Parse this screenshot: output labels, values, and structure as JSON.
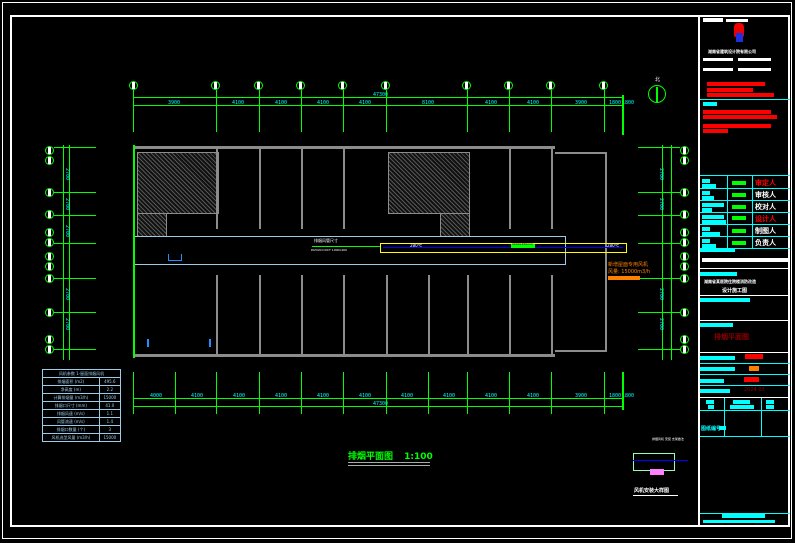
{
  "drawing": {
    "title": "排烟平面图",
    "scale": "1:100",
    "title_color": "#00ff00"
  },
  "dimensions": {
    "top_total": "47300",
    "top_segments": [
      "3900",
      "4100",
      "4100",
      "4100",
      "4100",
      "8100",
      "4100",
      "4100",
      "3900",
      "1800",
      "1800"
    ],
    "bottom_total": "47300",
    "bottom_segments": [
      "4000",
      "4100",
      "4100",
      "4100",
      "4100",
      "4100",
      "4100",
      "4100",
      "4100",
      "4100",
      "3900",
      "1800",
      "1800"
    ],
    "left_segments": [
      "2700",
      "2700",
      "2700",
      "2400",
      "2700",
      "2700",
      "2700",
      "2700"
    ],
    "right_segments": [
      "2700",
      "2700",
      "2700",
      "2400",
      "2700",
      "2700",
      "2700",
      "2700"
    ]
  },
  "duct": {
    "label_left": "排烟风管尺寸",
    "label_left_2": "PAIYAN DUCT 1000x400",
    "size_label": "2000x250mm",
    "temp_tag_left": "280℃",
    "temp_tag_right": "280℃",
    "accent": "#ffff00",
    "line_color": "#0000ff"
  },
  "fan_note": {
    "line1": "新增屋面专用风机",
    "line2": "风量: 15000m3/h",
    "color": "#ff8000"
  },
  "spec_table": {
    "title": "风机参数 1-屋面排烟风机",
    "rows": [
      {
        "label": "排烟面积 (m2)",
        "value": "495.6"
      },
      {
        "label": "净高度 (m)",
        "value": "2.2"
      },
      {
        "label": "计算排烟量 (m3/h)",
        "value": "15000"
      },
      {
        "label": "排烟口尺寸 (mm)",
        "value": "41.0"
      },
      {
        "label": "排烟风速 (m/s)",
        "value": "1.1"
      },
      {
        "label": "风管流速 (m/s)",
        "value": "1.4"
      },
      {
        "label": "排烟口数量 (个)",
        "value": "3"
      },
      {
        "label": "风机选型风量 (m3/h)",
        "value": "15000"
      }
    ]
  },
  "detail": {
    "title": "风机安装大样图",
    "callout": "排烟风机 安装 支架做法"
  },
  "title_block": {
    "company": "湖南省建筑设计院有限公司",
    "project_line1": "湖南省某医院住院楼消防改造",
    "project_line2": "设计施工图",
    "sheet_title": "排烟平面图",
    "date": "2024.03",
    "signatures": [
      "审定人",
      "审核人",
      "校对人",
      "设计人",
      "制图人",
      "负责人"
    ],
    "drawing_no_label": "图纸编号"
  },
  "north_arrow": {
    "label": "北"
  }
}
